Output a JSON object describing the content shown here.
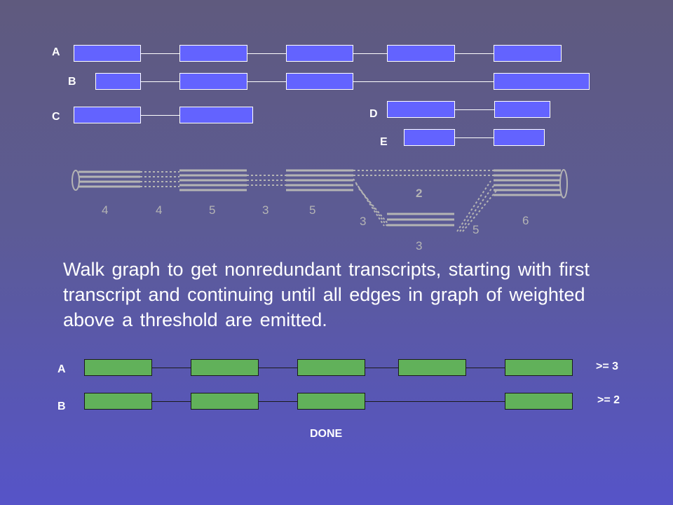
{
  "transcripts": {
    "A": "A",
    "B": "B",
    "C": "C",
    "D": "D",
    "E": "E"
  },
  "graph": {
    "weights": [
      "4",
      "4",
      "5",
      "3",
      "5",
      "3",
      "3",
      "2",
      "5",
      "6"
    ]
  },
  "description": "Walk graph to get nonredundant transcripts, starting with first transcript and continuing until all edges in graph of weighted above a threshold are emitted.",
  "results": {
    "A": {
      "label": "A",
      "threshold": ">= 3"
    },
    "B": {
      "label": "B",
      "threshold": ">= 2"
    }
  },
  "status": "DONE",
  "colors": {
    "exon_input": "#6363ff",
    "exon_output": "#61b15a",
    "graph_lines": "#b4b4b4"
  }
}
